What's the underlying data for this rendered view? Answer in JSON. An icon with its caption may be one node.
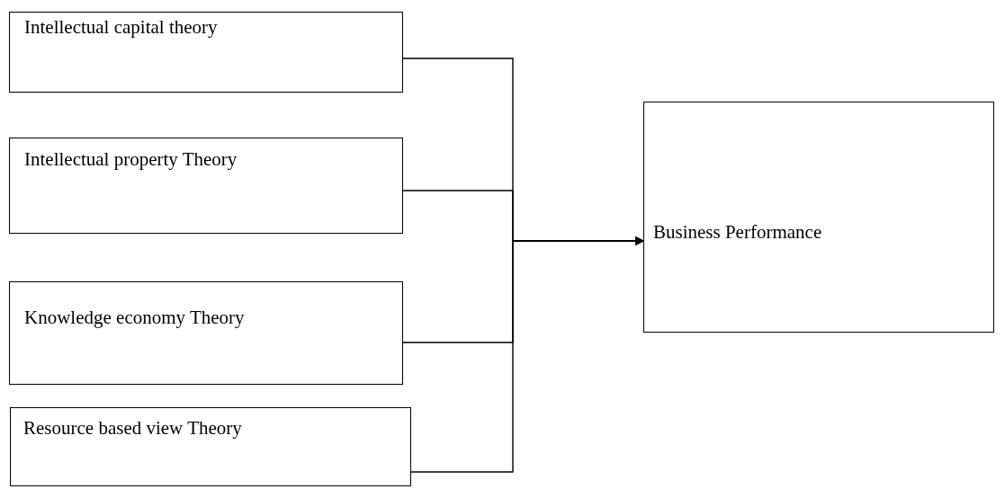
{
  "diagram": {
    "nodes": [
      {
        "text": [
          "Intellectual capital theory"
        ]
      },
      {
        "text": [
          "Intellectual property Theory"
        ]
      },
      {
        "text": [
          "Knowledge economy Theory"
        ]
      },
      {
        "text": [
          "Resource based view Theory"
        ]
      },
      {
        "text": [
          "Business Performance"
        ]
      }
    ],
    "edges": [
      {
        "from": 0,
        "to": 4,
        "arrow": "to"
      },
      {
        "from": 1,
        "to": 4,
        "arrow": "to"
      },
      {
        "from": 2,
        "to": 4,
        "arrow": "to"
      },
      {
        "from": 3,
        "to": 4,
        "arrow": "to"
      }
    ]
  }
}
